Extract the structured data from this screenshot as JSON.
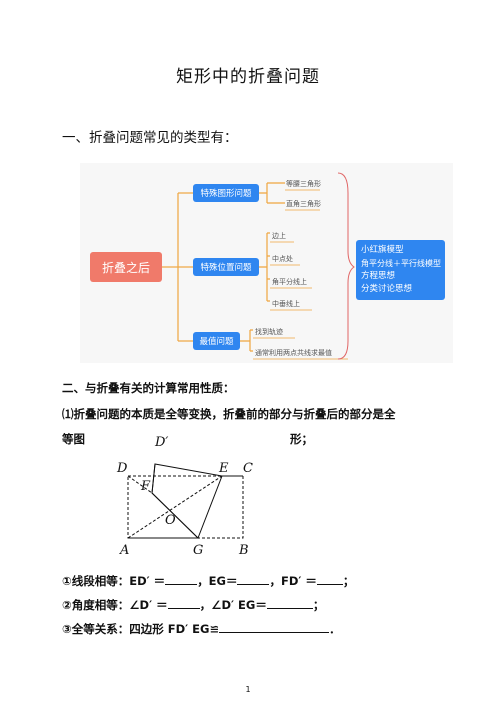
{
  "doc": {
    "title": "矩形中的折叠问题",
    "section1_heading": "一、折叠问题常见的类型有：",
    "section2_heading": "二、与折叠有关的计算常用性质：",
    "para1": "⑴折叠问题的本质是全等变换，折叠前的部分与折叠后的部分是全",
    "para2a": "等图",
    "para2b": "形；",
    "q1": {
      "a": "①线段相等：ED′ ＝",
      "b": "，EG＝",
      "c": "，FD′ ＝",
      "d": "；"
    },
    "q2": {
      "a": "②角度相等：∠D′ ＝",
      "b": "，∠D′ EG＝",
      "c": "；"
    },
    "q3": {
      "a": "③全等关系：四边形 FD′ EG≌",
      "b": "．"
    },
    "page_number": "1"
  },
  "mindmap": {
    "root": "折叠之后",
    "branches": [
      {
        "label": "特殊图形问题",
        "leaves": [
          "等腰三角形",
          "直角三角形"
        ]
      },
      {
        "label": "特殊位置问题",
        "leaves": [
          "边上",
          "中点处",
          "角平分线上",
          "中垂线上"
        ]
      },
      {
        "label": "最值问题",
        "leaves": [
          "找到轨迹",
          "通常利用两点共线求最值"
        ]
      }
    ],
    "summary": [
      "小红旗模型",
      "角平分线＋平行线模型",
      "方程思想",
      "分类讨论思想"
    ],
    "colors": {
      "root": "#f07a6a",
      "branch": "#2f86f0",
      "line": "#f0a640",
      "bracket": "#e06666"
    }
  },
  "figure": {
    "labels": {
      "D1": "D′",
      "D": "D",
      "E": "E",
      "C": "C",
      "F": "F",
      "O": "O",
      "A": "A",
      "G": "G",
      "B": "B"
    }
  }
}
